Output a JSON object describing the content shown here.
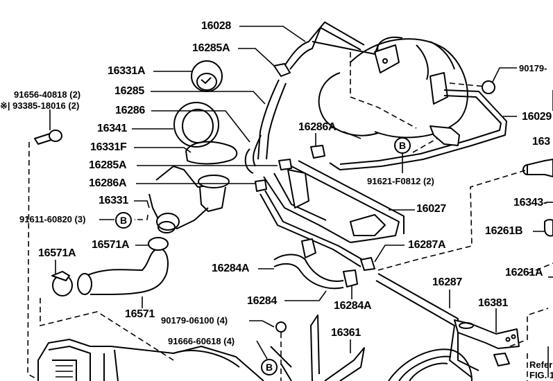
{
  "diagram": {
    "title": "Cooling system / turbocharger water line parts diagram",
    "labels": {
      "p16028": "16028",
      "p16285A_top": "16285A",
      "p16331A": "16331A",
      "p16285": "16285",
      "p16286": "16286",
      "p16341": "16341",
      "p16331F": "16331F",
      "p16285A_mid": "16285A",
      "p16286A_left": "16286A",
      "p16331": "16331",
      "bolt_b_left": "91611-60820 (3)",
      "p16571A_right": "16571A",
      "p16571A_left": "16571A",
      "p16571": "16571",
      "bolt_top_left_1": "91656-40818 (2)",
      "bolt_top_left_2": "※| 93385-18016 (2)",
      "p90179_top": "90179-",
      "p16029": "16029",
      "p16286A_center": "16286A",
      "bolt_b_right": "91621-F0812 (2)",
      "p163_right": "163",
      "p16343": "16343-",
      "p16261B": "16261B",
      "p16027": "16027",
      "p16287A": "16287A",
      "p16284A_left": "16284A",
      "p16284": "16284",
      "p16284A_bottom": "16284A",
      "p16261A": "16261A",
      "p16287": "16287",
      "p16381": "16381",
      "p16361": "16361",
      "nut_90179": "90179-06100 (4)",
      "bolt_91666": "91666-60618 (4)",
      "ref_1": "Refer",
      "ref_2": "FIG. 1"
    },
    "callouts": {
      "b_left": "B",
      "b_right": "B",
      "b_bottom": "B"
    }
  }
}
